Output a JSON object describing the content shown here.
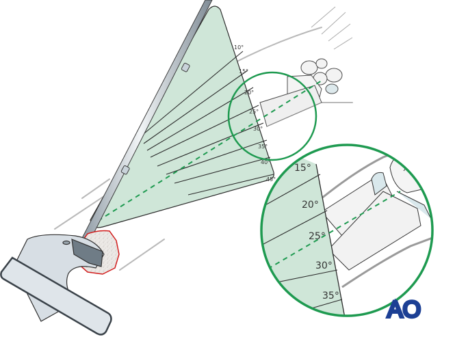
{
  "figure": {
    "description": "Radiographic guide for distal radius: goniometer fan projected on forearm showing angle lines",
    "colors": {
      "fan_fill": "#cfe6d8",
      "fan_stroke": "#2b2b2b",
      "guide_green": "#1e9a50",
      "fracture_outline": "#d11b1b",
      "rod_metal": "#c8d2da",
      "handle_fill": "#d7dee4",
      "logo_blue": "#1c3f94"
    }
  },
  "fan_labels_small": [
    "10°",
    "15°",
    "20°",
    "25°",
    "30°",
    "35°",
    "40°",
    "45°"
  ],
  "fan_labels_magnified": [
    "15°",
    "20°",
    "25°",
    "30°",
    "35°"
  ],
  "logo": {
    "text": "AO"
  }
}
